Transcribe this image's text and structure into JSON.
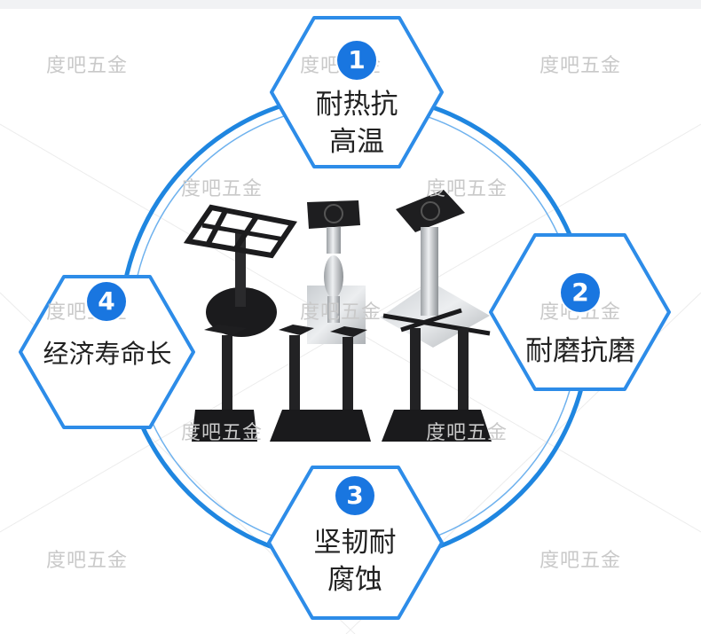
{
  "watermark": "度吧五金",
  "features": [
    {
      "number": "1",
      "line1": "耐热抗",
      "line2": "高温"
    },
    {
      "number": "2",
      "line1": "耐磨抗磨"
    },
    {
      "number": "3",
      "line1": "坚韧耐",
      "line2": "腐蚀"
    },
    {
      "number": "4",
      "line1": "经济寿命长"
    }
  ],
  "colors": {
    "accent": "#1976e0",
    "hex_stroke": "#2d8ce8",
    "ring": "#1f86e0"
  }
}
